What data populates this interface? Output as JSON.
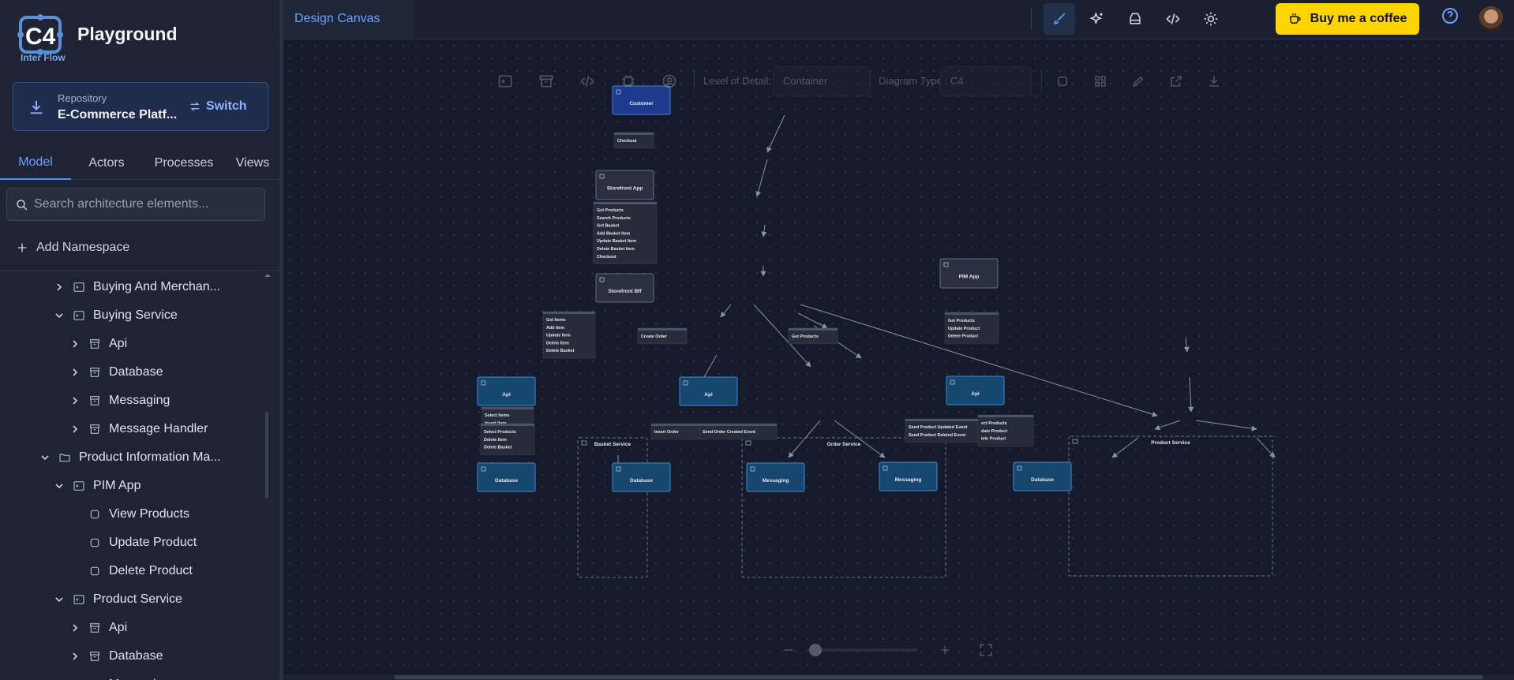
{
  "brand": {
    "logo_text": "Inter Flow",
    "app_title": "Playground"
  },
  "repository": {
    "label": "Repository",
    "name": "E-Commerce Platf...",
    "switch_label": "Switch"
  },
  "sidebar_tabs": [
    "Model",
    "Actors",
    "Processes",
    "Views"
  ],
  "search": {
    "placeholder": "Search architecture elements..."
  },
  "add_namespace_label": "Add Namespace",
  "tree": [
    {
      "label": "Buying And Merchan...",
      "level": 2,
      "expanded": false,
      "chevron": true,
      "icon": "app-icon"
    },
    {
      "label": "Buying Service",
      "level": 2,
      "expanded": true,
      "chevron": true,
      "icon": "app-icon"
    },
    {
      "label": "Api",
      "level": 3,
      "expanded": false,
      "chevron": true,
      "icon": "container-icon"
    },
    {
      "label": "Database",
      "level": 3,
      "expanded": false,
      "chevron": true,
      "icon": "container-icon"
    },
    {
      "label": "Messaging",
      "level": 3,
      "expanded": false,
      "chevron": true,
      "icon": "container-icon"
    },
    {
      "label": "Message Handler",
      "level": 3,
      "expanded": false,
      "chevron": true,
      "icon": "container-icon"
    },
    {
      "label": "Product Information Ma...",
      "level": 1,
      "expanded": true,
      "chevron": true,
      "icon": "folder-icon"
    },
    {
      "label": "PIM App",
      "level": 2,
      "expanded": true,
      "chevron": true,
      "icon": "app-icon"
    },
    {
      "label": "View Products",
      "level": 3,
      "expanded": false,
      "chevron": false,
      "icon": "square-icon"
    },
    {
      "label": "Update Product",
      "level": 3,
      "expanded": false,
      "chevron": false,
      "icon": "square-icon"
    },
    {
      "label": "Delete Product",
      "level": 3,
      "expanded": false,
      "chevron": false,
      "icon": "square-icon"
    },
    {
      "label": "Product Service",
      "level": 2,
      "expanded": true,
      "chevron": true,
      "icon": "app-icon"
    },
    {
      "label": "Api",
      "level": 3,
      "expanded": false,
      "chevron": true,
      "icon": "container-icon"
    },
    {
      "label": "Database",
      "level": 3,
      "expanded": false,
      "chevron": true,
      "icon": "container-icon"
    },
    {
      "label": "Messaging",
      "level": 3,
      "expanded": false,
      "chevron": true,
      "icon": "container-icon"
    }
  ],
  "topbar": {
    "canvas_tab": "Design Canvas",
    "tools": [
      "brush-icon",
      "sparkles-icon",
      "database-icon",
      "code-icon",
      "sun-icon"
    ],
    "coffee_label": "Buy me a coffee",
    "coffee_color": "#ffd400"
  },
  "canvas_toolbar": {
    "level_label": "Level of Detail:",
    "level_value": "Container",
    "type_label": "Diagram Type:",
    "type_value": "C4"
  },
  "diagram": {
    "nodes": {
      "customer": "Customer",
      "storefront_app": "Storefront App",
      "storefront_bff": "Storefront Bff",
      "pim_app": "PIM App",
      "basket_api": "Api",
      "basket_db": "Database",
      "order_api": "Api",
      "order_db": "Database",
      "order_msg": "Messaging",
      "product_api": "Api",
      "product_msg": "Messaging",
      "product_db": "Database"
    },
    "groups": {
      "basket": "Basket Service",
      "order": "Order Service",
      "product": "Product Service"
    },
    "labels": {
      "checkout": [
        "Checkout"
      ],
      "app_to_bff": [
        "Get Products",
        "Search Products",
        "Get Basket",
        "Add Basket Item",
        "Update Basket Item",
        "Delete Basket Item",
        "Checkout"
      ],
      "bff_to_basket": [
        "Get Items",
        "Add Item",
        "Update Item",
        "Delete Item",
        "Delete Basket"
      ],
      "bff_to_order": [
        "Create Order"
      ],
      "bff_to_product": [
        "Get Products"
      ],
      "pim_to_product": [
        "Get Products",
        "Update Product",
        "Delete Product"
      ],
      "basket_api_db_a": [
        "Select Items",
        "Insert Item"
      ],
      "basket_api_db_b": [
        "Select Products",
        "Delete Item",
        "Delete Basket"
      ],
      "order_insert": [
        "Insert Order"
      ],
      "order_send": [
        "Send Order Created Event"
      ],
      "product_events": [
        "Send Product Updated Event",
        "Send Product Deleted Event"
      ],
      "product_db_ops": [
        "ect Products",
        "date Product",
        "lete Product"
      ]
    },
    "colors": {
      "person": "#1e3a8a",
      "app": "#2a3040",
      "container": "#17466e",
      "edge": "#8b93a3"
    }
  }
}
